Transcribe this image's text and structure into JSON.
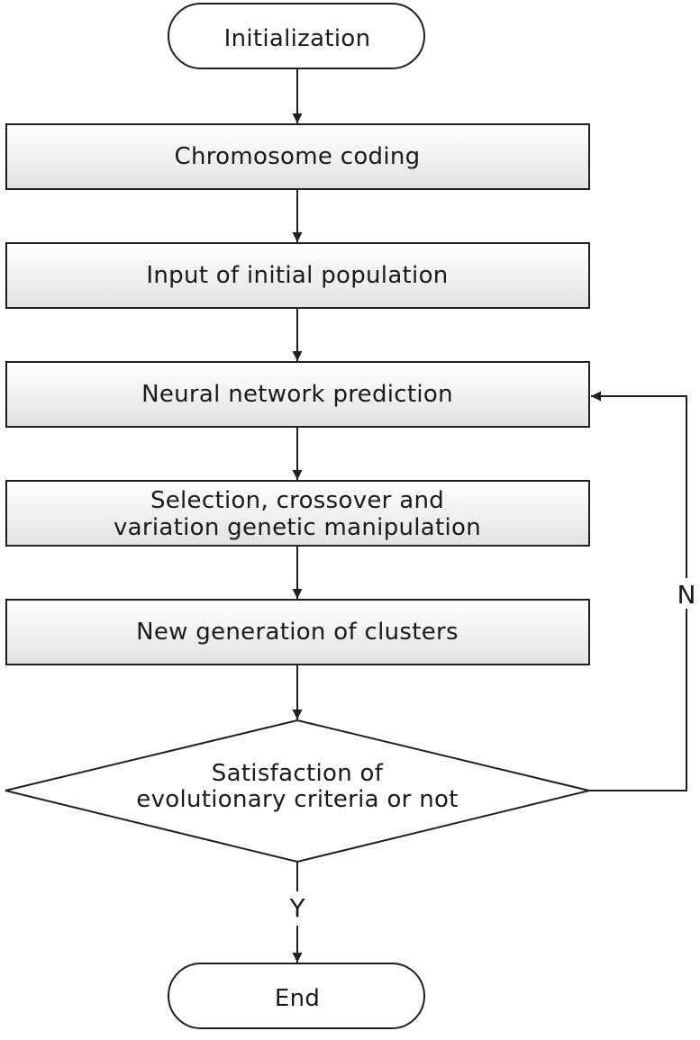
{
  "nodes": {
    "start": {
      "label": "Initialization"
    },
    "chromosome_coding": {
      "label": "Chromosome coding"
    },
    "initial_population": {
      "label": "Input of initial population"
    },
    "nn_prediction": {
      "label": "Neural network prediction"
    },
    "genetic_manipulation": {
      "line1": "Selection, crossover and",
      "line2": "variation genetic manipulation"
    },
    "new_generation": {
      "label": "New generation of clusters"
    },
    "decision": {
      "line1": "Satisfaction of",
      "line2": "evolutionary criteria or not"
    },
    "end": {
      "label": "End"
    }
  },
  "edges": {
    "no_label": "N",
    "yes_label": "Y"
  },
  "colors": {
    "stroke": "#1f1f1f",
    "box_fill_top": "#ffffff",
    "box_fill_bottom": "#e4e4e4"
  }
}
